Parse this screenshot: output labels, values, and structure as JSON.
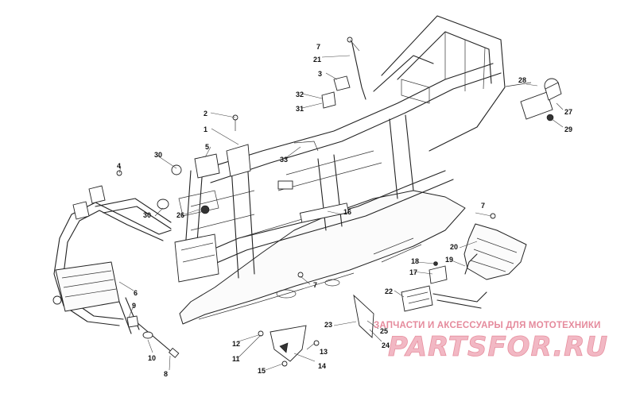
{
  "callouts": [
    {
      "id": "1",
      "label": "1"
    },
    {
      "id": "2",
      "label": "2"
    },
    {
      "id": "3",
      "label": "3"
    },
    {
      "id": "4",
      "label": "4"
    },
    {
      "id": "5",
      "label": "5"
    },
    {
      "id": "6",
      "label": "6"
    },
    {
      "id": "7a",
      "label": "7"
    },
    {
      "id": "7b",
      "label": "7"
    },
    {
      "id": "7c",
      "label": "7"
    },
    {
      "id": "8",
      "label": "8"
    },
    {
      "id": "9",
      "label": "9"
    },
    {
      "id": "10",
      "label": "10"
    },
    {
      "id": "11",
      "label": "11"
    },
    {
      "id": "12",
      "label": "12"
    },
    {
      "id": "13",
      "label": "13"
    },
    {
      "id": "14",
      "label": "14"
    },
    {
      "id": "15",
      "label": "15"
    },
    {
      "id": "16",
      "label": "16"
    },
    {
      "id": "17",
      "label": "17"
    },
    {
      "id": "18",
      "label": "18"
    },
    {
      "id": "19",
      "label": "19"
    },
    {
      "id": "20",
      "label": "20"
    },
    {
      "id": "21",
      "label": "21"
    },
    {
      "id": "22",
      "label": "22"
    },
    {
      "id": "23",
      "label": "23"
    },
    {
      "id": "24",
      "label": "24"
    },
    {
      "id": "25",
      "label": "25"
    },
    {
      "id": "26",
      "label": "26"
    },
    {
      "id": "27",
      "label": "27"
    },
    {
      "id": "28",
      "label": "28"
    },
    {
      "id": "29",
      "label": "29"
    },
    {
      "id": "30a",
      "label": "30"
    },
    {
      "id": "30b",
      "label": "30"
    },
    {
      "id": "31",
      "label": "31"
    },
    {
      "id": "32",
      "label": "32"
    },
    {
      "id": "33",
      "label": "33"
    }
  ],
  "watermark": {
    "caption": "ЗАПЧАСТИ И АКСЕССУАРЫ ДЛЯ МОТОТЕХНИКИ",
    "logo": "PARTSFOR.RU",
    "color": "#e58a9c"
  }
}
